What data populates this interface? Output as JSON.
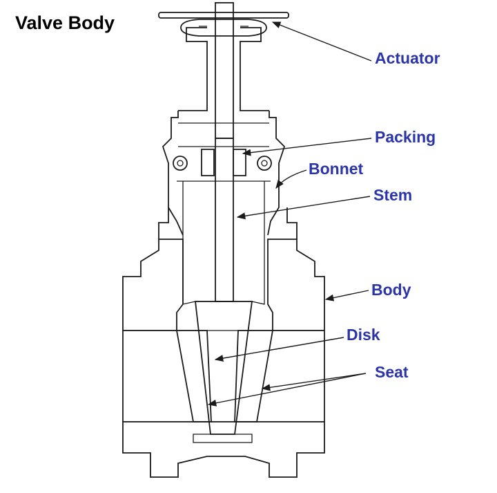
{
  "title": "Valve Body",
  "label_color": "#2b35a8",
  "labels": {
    "actuator": "Actuator",
    "packing": "Packing",
    "bonnet": "Bonnet",
    "stem": "Stem",
    "body": "Body",
    "disk": "Disk",
    "seat": "Seat"
  }
}
